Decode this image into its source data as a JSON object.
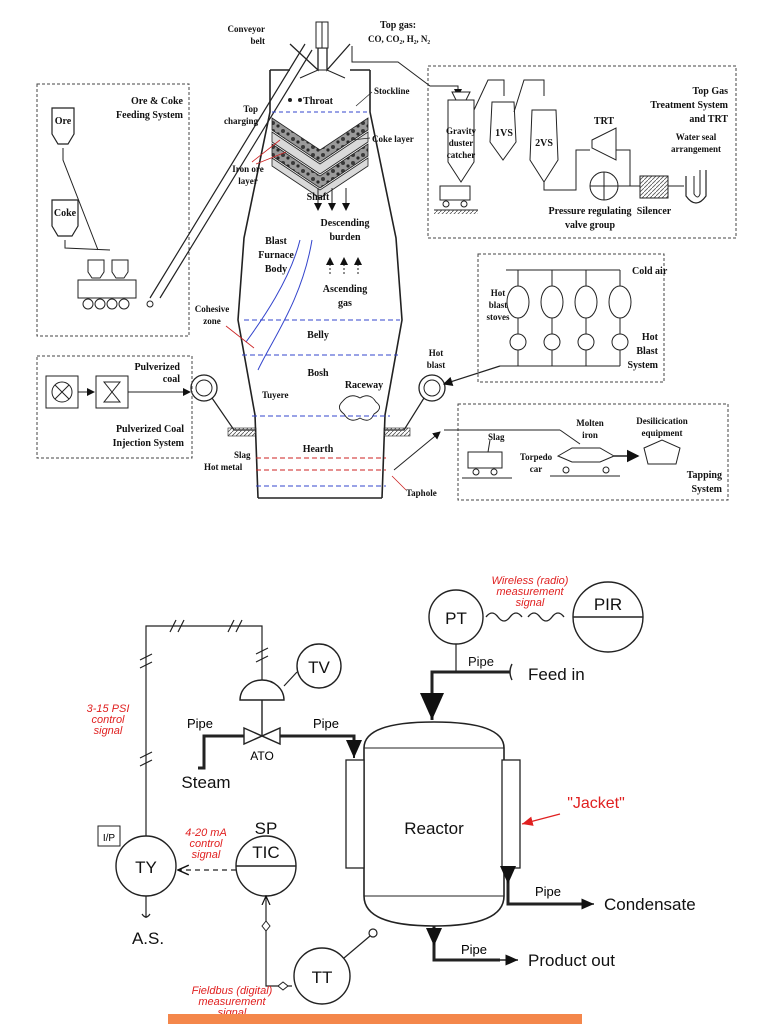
{
  "blast_furnace": {
    "top": {
      "conveyor_belt": [
        "Conveyor",
        "belt"
      ],
      "top_gas": [
        "Top gas:",
        "CO, CO₂, H₂, N₂"
      ],
      "throat": "Throat",
      "stockline": "Stockline",
      "top_charging": [
        "Top",
        "charging"
      ],
      "coke_layer": "Coke layer",
      "iron_ore_layer": [
        "Iron ore",
        "layer"
      ]
    },
    "body": {
      "shaft": "Shaft",
      "descending_burden": [
        "Descending",
        "burden"
      ],
      "blast_furnace_body": [
        "Blast",
        "Furnace",
        "Body"
      ],
      "ascending_gas": [
        "Ascending",
        "gas"
      ],
      "cohesive_zone": [
        "Cohesive",
        "zone"
      ],
      "belly": "Belly",
      "bosh": "Bosh",
      "tuyere": "Tuyere",
      "raceway": "Raceway",
      "hearth": "Hearth",
      "slag": "Slag",
      "hot_metal": "Hot metal",
      "taphole": "Taphole",
      "hot_blast": [
        "Hot",
        "blast"
      ]
    },
    "ore_coke": {
      "title": [
        "Ore & Coke",
        "Feeding System"
      ],
      "ore": "Ore",
      "coke": "Coke"
    },
    "coal": {
      "pulverized_coal": [
        "Pulverized",
        "coal"
      ],
      "title": [
        "Pulverized Coal",
        "Injection System"
      ]
    },
    "top_gas_system": {
      "title": [
        "Top Gas",
        "Treatment System",
        "and TRT"
      ],
      "gravity": [
        "Gravity",
        "duster",
        "catcher"
      ],
      "ivs": "1VS",
      "twovs": "2VS",
      "trt": "TRT",
      "water_seal": [
        "Water seal",
        "arrangement"
      ],
      "silencer": "Silencer",
      "pressure_valve": [
        "Pressure regulating",
        "valve group"
      ]
    },
    "hot_blast_system": {
      "cold_air": "Cold air",
      "stoves": [
        "Hot",
        "blast",
        "stoves"
      ],
      "title": [
        "Hot",
        "Blast",
        "System"
      ]
    },
    "tapping": {
      "slag": "Slag",
      "molten_iron": [
        "Molten",
        "iron"
      ],
      "desilicication": [
        "Desilicication",
        "equipment"
      ],
      "torpedo_car": [
        "Torpedo",
        "car"
      ],
      "title": [
        "Tapping",
        "System"
      ]
    }
  },
  "pid": {
    "pt": "PT",
    "pir": "PIR",
    "wireless": [
      "Wireless (radio)",
      "measurement",
      "signal"
    ],
    "feed_in": "Feed in",
    "pipe": "Pipe",
    "tv": "TV",
    "steam": "Steam",
    "ato": "ATO",
    "control_signal_3_15": [
      "3-15 PSI",
      "control",
      "signal"
    ],
    "sp": "SP",
    "reactor": "Reactor",
    "jacket": "\"Jacket\"",
    "ip": "I/P",
    "ty": "TY",
    "tic": "TIC",
    "control_signal_4_20": [
      "4-20 mA",
      "control",
      "signal"
    ],
    "as": "A.S.",
    "condensate": "Condensate",
    "tt": "TT",
    "fieldbus": [
      "Fieldbus (digital)",
      "measurement",
      "signal"
    ],
    "product_out": "Product out"
  },
  "colors": {
    "accent_red": "#e02020",
    "bar_orange": "#f4874b",
    "zone_blue": "#3344cc",
    "zone_red": "#cc2222"
  }
}
